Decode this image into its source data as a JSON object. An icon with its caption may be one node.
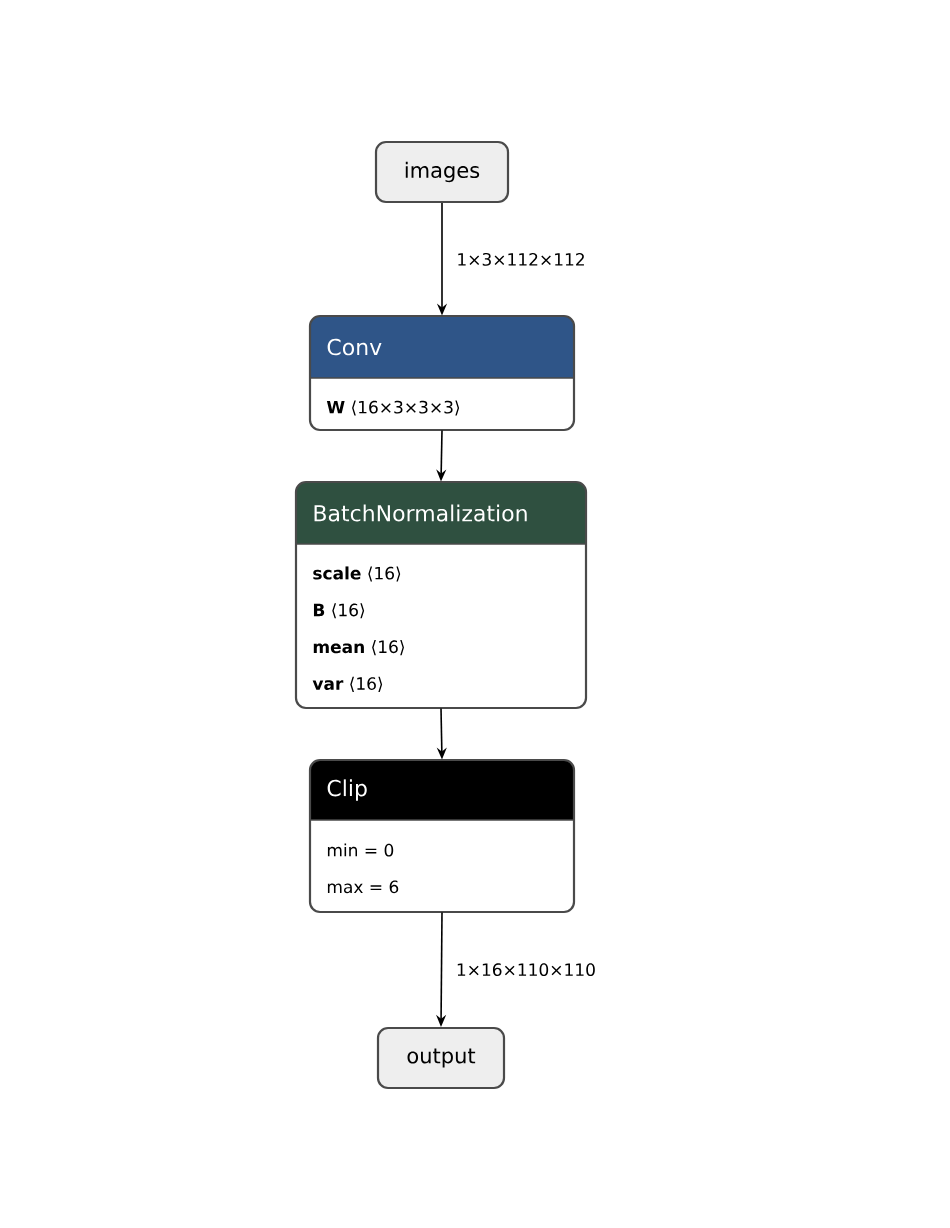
{
  "diagram": {
    "nodes": [
      {
        "text": [
          "images"
        ]
      },
      {
        "text": [
          "Conv",
          "**W** ⟨16×3×3×3⟩"
        ]
      },
      {
        "text": [
          "BatchNormalization",
          "**scale** ⟨16⟩",
          "**B** ⟨16⟩",
          "**mean** ⟨16⟩",
          "**var** ⟨16⟩"
        ]
      },
      {
        "text": [
          "Clip",
          "min = 0",
          "max = 6"
        ]
      },
      {
        "text": [
          "output"
        ]
      }
    ],
    "edges": [
      {
        "from": 0,
        "to": 1,
        "arrow": "to",
        "label": "1×3×112×112"
      },
      {
        "from": 1,
        "to": 2,
        "arrow": "to"
      },
      {
        "from": 2,
        "to": 3,
        "arrow": "to"
      },
      {
        "from": 3,
        "to": 4,
        "arrow": "to",
        "label": "1×16×110×110"
      }
    ]
  }
}
